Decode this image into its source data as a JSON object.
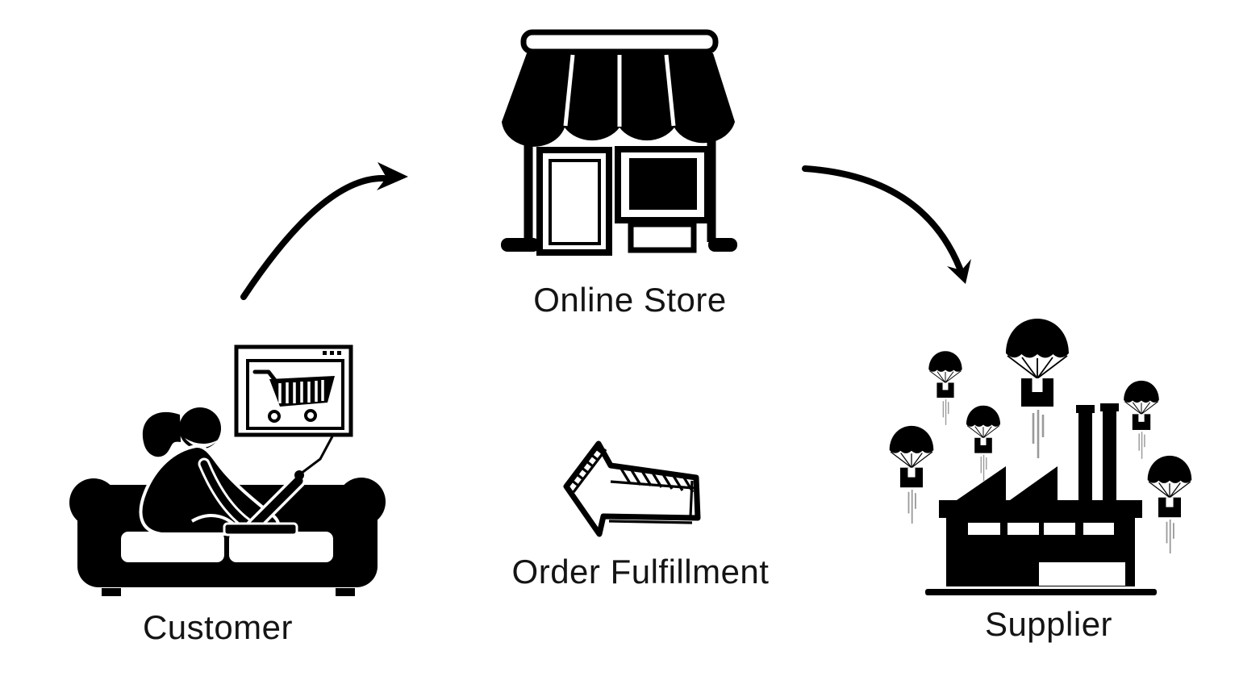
{
  "diagram": {
    "background_color": "#ffffff",
    "ink_color": "#000000",
    "speed_line_color": "#9a9a9a",
    "text_color": "#141414",
    "nodes": [
      {
        "id": "customer",
        "label": "Customer",
        "icon": "customer-on-couch-with-laptop-icon"
      },
      {
        "id": "online_store",
        "label": "Online Store",
        "icon": "storefront-icon"
      },
      {
        "id": "supplier",
        "label": "Supplier",
        "icon": "factory-with-parachute-packages-icon"
      }
    ],
    "flows": [
      {
        "from": "customer",
        "to": "online_store",
        "style": "curved-arrow-up-right"
      },
      {
        "from": "online_store",
        "to": "supplier",
        "style": "curved-arrow-down-right"
      },
      {
        "from": "supplier",
        "to": "customer",
        "label": "Order Fulfillment",
        "style": "hand-drawn-block-arrow-left"
      }
    ]
  }
}
